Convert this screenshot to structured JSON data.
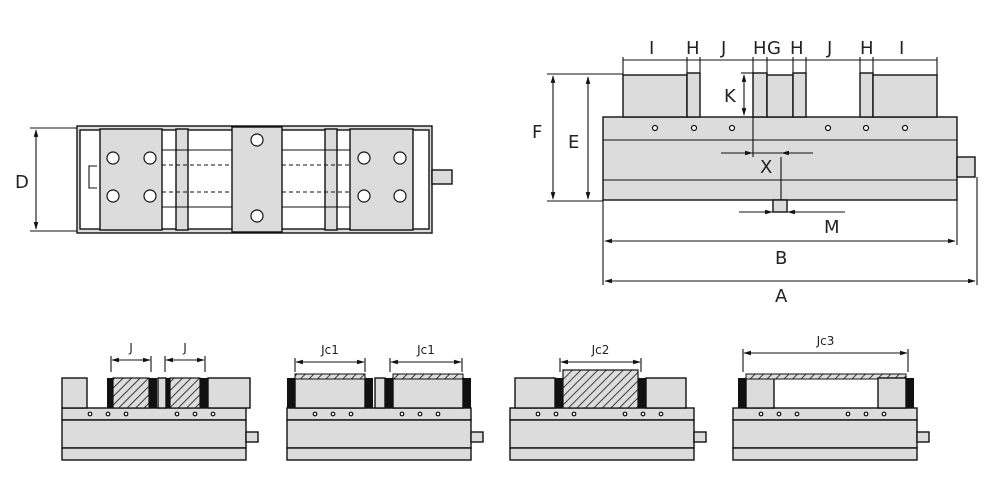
{
  "top_view": {
    "labels": {
      "D": "D"
    }
  },
  "front_view": {
    "labels": {
      "I_left": "I",
      "H1": "H",
      "J_left": "J",
      "H2": "H",
      "G": "G",
      "H3": "H",
      "J_right": "J",
      "H4": "H",
      "I_right": "I",
      "K": "K",
      "F": "F",
      "E": "E",
      "X": "X",
      "M": "M",
      "B": "B",
      "A": "A"
    }
  },
  "configurations": [
    {
      "labels": [
        "J",
        "J"
      ]
    },
    {
      "labels": [
        "Jc1",
        "Jc1"
      ]
    },
    {
      "labels": [
        "Jc2"
      ]
    },
    {
      "labels": [
        "Jc3"
      ]
    }
  ]
}
